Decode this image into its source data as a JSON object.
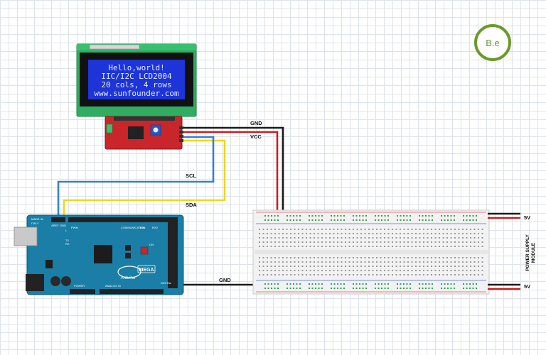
{
  "logo": {
    "text": "B.e",
    "color": "#6a9a2a"
  },
  "lcd": {
    "lines": [
      "Hello,world!",
      "IIC/I2C LCD2004",
      "20 cols, 4 rows",
      "www.sunfounder.com"
    ],
    "screen_color": "#1c34d8",
    "pcb_color": "#2fae62"
  },
  "i2c_module": {
    "pcb_color": "#c8262b",
    "pot_color": "#2458c8"
  },
  "arduino": {
    "brand": "Arduino",
    "model": "MEGA",
    "board_color": "#1a7ea6",
    "labels": [
      "MADE IN",
      "ITALY",
      "AREF",
      "GND",
      "TX",
      "RX",
      "L",
      "ON",
      "COMMUNICATION",
      "POWER",
      "ANALOG IN",
      "PWM",
      "DIGITAL",
      "TX0",
      "RX0"
    ]
  },
  "wires": {
    "gnd_top": {
      "label": "GND",
      "color": "#1a1a1a"
    },
    "vcc": {
      "label": "VCC",
      "color": "#c81e1e"
    },
    "scl": {
      "label": "SCL",
      "color": "#3a7fd0"
    },
    "sda": {
      "label": "SDA",
      "color": "#f0d818"
    },
    "gnd_bottom": {
      "label": "GND",
      "color": "#1a1a1a"
    }
  },
  "power_supply": {
    "label_line1": "POWER SUPPLY",
    "label_line2": "MODULE",
    "top_voltage": "5V",
    "bottom_voltage": "5V"
  },
  "breadboard": {
    "rail_red": "#e05050",
    "rail_blue": "#4a6ee0",
    "hole_green": "#2fa84a"
  }
}
